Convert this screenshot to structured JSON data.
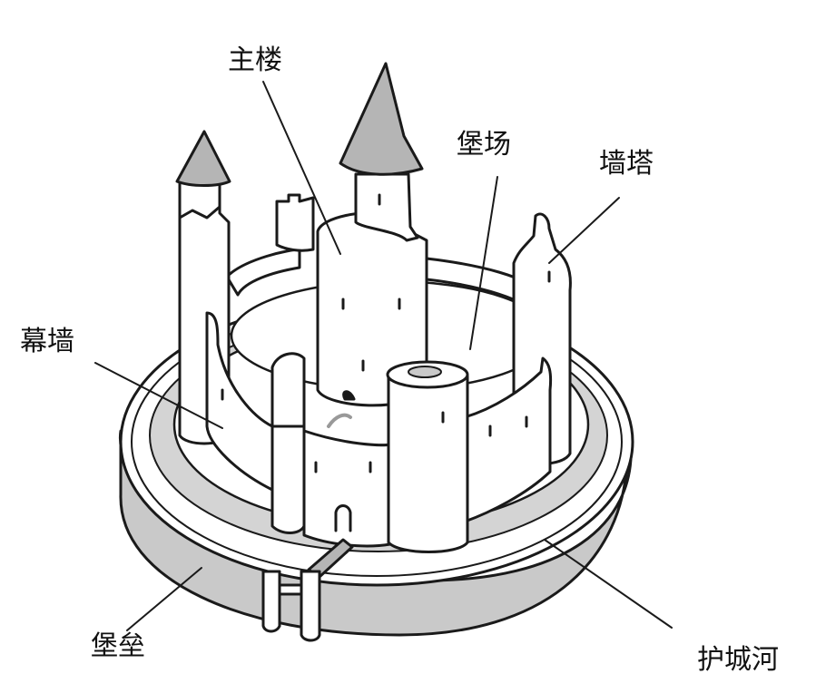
{
  "labels": {
    "keep": "主楼",
    "bailey": "堡场",
    "wall_tower": "墙塔",
    "curtain_wall": "幕墙",
    "rampart": "堡垒",
    "moat": "护城河"
  },
  "colors": {
    "line": "#1a1a1a",
    "roof_fill": "#b5b5b5",
    "moat_fill": "#c9c9c9",
    "wall_fill": "#ffffff"
  }
}
